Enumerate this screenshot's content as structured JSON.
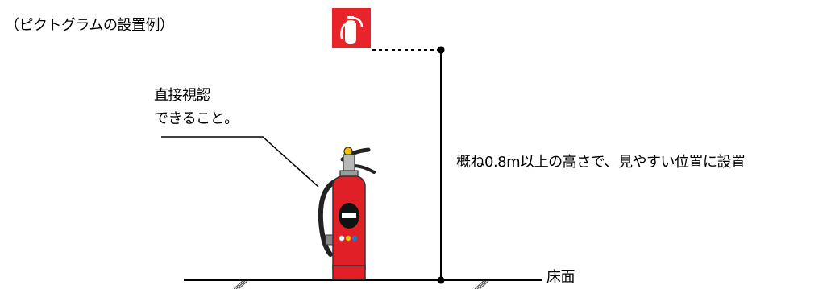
{
  "caption": "（ピクトグラムの設置例）",
  "note": {
    "line1": "直接視認",
    "line2": "できること。"
  },
  "height_note": "概ね0.8m以上の高さで、見やすい位置に設置",
  "floor_label": "床面",
  "colors": {
    "sign_red": "#e8242a",
    "extinguisher_red": "#e11f26",
    "line": "#000000"
  },
  "icons": [
    "extinguisher-pictogram-icon",
    "fire-extinguisher-illustration"
  ]
}
